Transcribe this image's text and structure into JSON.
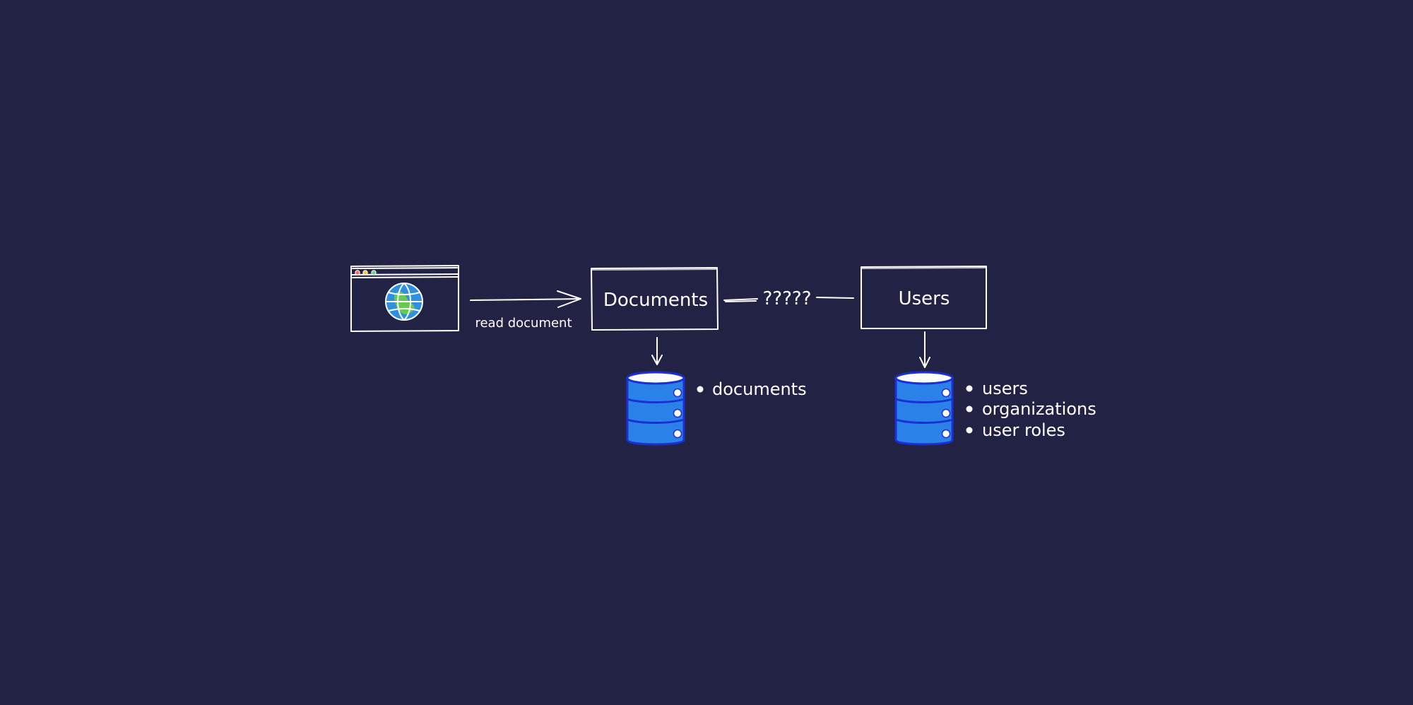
{
  "nodes": {
    "documents_label": "Documents",
    "users_label": "Users"
  },
  "edges": {
    "read_label": "read document",
    "unknown_label": "?????"
  },
  "documents_db": {
    "items": [
      "documents"
    ]
  },
  "users_db": {
    "items": [
      "users",
      "organizations",
      "user roles"
    ]
  },
  "colors": {
    "background": "#222244",
    "stroke": "#ffffff",
    "db_fill": "#2a82e8",
    "db_stroke": "#1c2fd6",
    "globe_blue": "#2f8fe0",
    "globe_green": "#6bd13f",
    "dot_red": "#ff6b6b",
    "dot_yellow": "#f2c94c",
    "dot_green": "#6fcf97"
  },
  "icons": {
    "browser": "browser-window-icon",
    "globe": "globe-icon",
    "database": "database-icon"
  }
}
